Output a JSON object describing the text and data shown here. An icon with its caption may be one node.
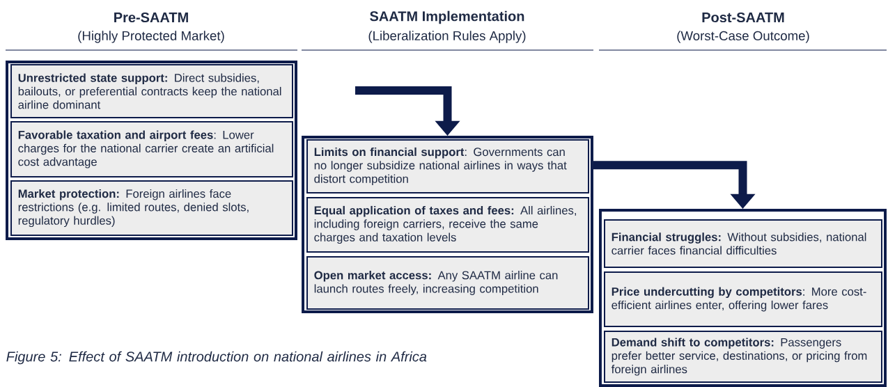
{
  "diagram": {
    "caption": "Figure 5: Effect of SAATM introduction on national airlines in Africa",
    "nodes": [
      {
        "text": [],
        "shape": "box"
      },
      {
        "text": [
          "**Unrestricted state support:** Direct subsidies, bailouts, or preferential contracts keep the national airline dominant"
        ],
        "in": 0
      },
      {
        "text": [
          "**Favorable taxation and airport fees**: Lower charges for the national carrier create an artificial cost advantage"
        ],
        "in": 0
      },
      {
        "text": [
          "**Market protection:** Foreign airlines face restrictions (e.g. limited routes, denied slots, regulatory hurdles)"
        ],
        "in": 0
      },
      {
        "text": [],
        "shape": "box"
      },
      {
        "text": [
          "**Limits on financial support**: Governments can no longer subsidize national airlines in ways that distort competition"
        ],
        "in": 4
      },
      {
        "text": [
          "**Equal application of taxes and fees:** All airlines, including foreign carriers, receive the same charges and taxation levels"
        ],
        "in": 4
      },
      {
        "text": [
          "**Open market access:** Any SAATM airline can launch routes freely, increasing competition"
        ],
        "in": 4
      },
      {
        "text": [],
        "shape": "box"
      },
      {
        "text": [
          "**Financial struggles:** Without subsidies, national carrier faces financial difficulties"
        ],
        "in": 8
      },
      {
        "text": [
          "**Price undercutting by competitors**: More cost-efficient airlines enter, offering lower fares"
        ],
        "in": 8
      },
      {
        "text": [
          "**Demand shift to competitors:** Passengers prefer better service, destinations, or pricing from foreign airlines"
        ],
        "in": 8
      }
    ],
    "edges": [
      {
        "from": null,
        "to": 4,
        "arrow": "to"
      },
      {
        "from": 4,
        "to": 8,
        "arrow": "to"
      }
    ],
    "labels": [
      "Pre-SAATM",
      "(Highly Protected Market)",
      "SAATM Implementation",
      "(Liberalization Rules Apply)",
      "Post-SAATM",
      "(Worst-Case Outcome)"
    ]
  }
}
